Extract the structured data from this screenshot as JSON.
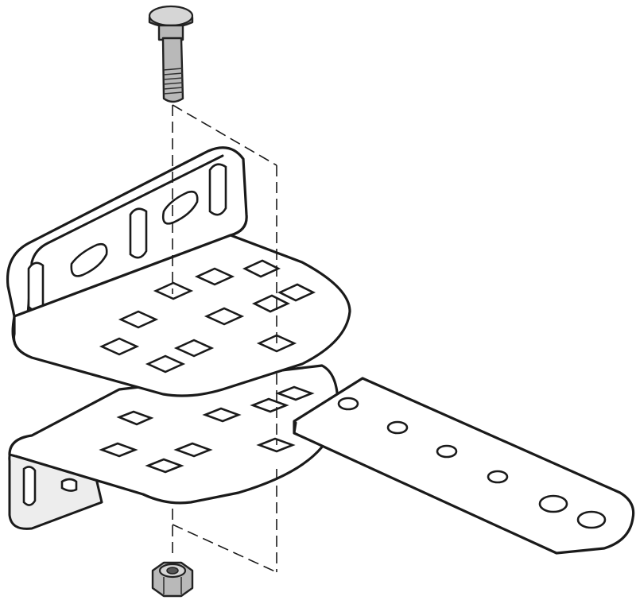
{
  "figure": {
    "parts": {
      "bolt": "carriage-bolt",
      "top_bracket": "angle-bracket-upper",
      "bottom_bracket": "angle-bracket-lower",
      "arm": "flat-extension-arm",
      "nut": "lock-nut"
    },
    "colors": {
      "line": "#1a1a1a",
      "metal": "#b9b9b9",
      "background": "#ffffff"
    }
  }
}
